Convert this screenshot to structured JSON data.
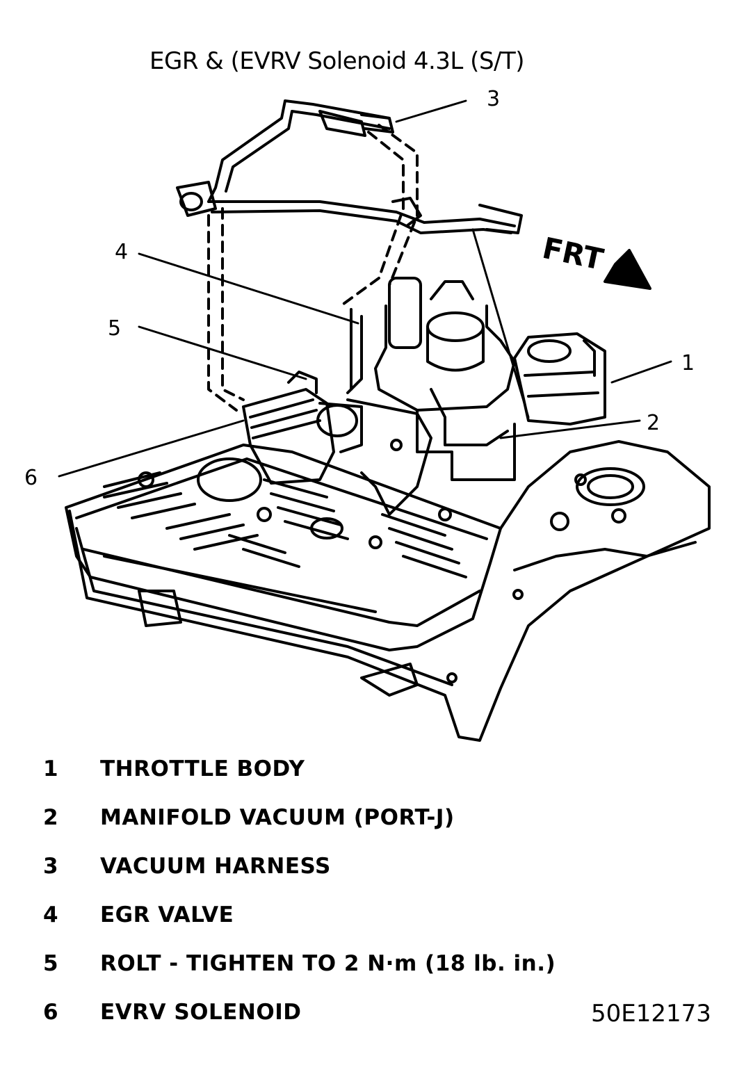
{
  "title": "EGR & (EVRV Solenoid 4.3L (S/T)",
  "orientation_label": "FRT",
  "figure_id": "50E12173",
  "callouts": [
    {
      "number": "1",
      "label": "THROTTLE BODY"
    },
    {
      "number": "2",
      "label": "MANIFOLD VACUUM (PORT-J)"
    },
    {
      "number": "3",
      "label": "VACUUM HARNESS"
    },
    {
      "number": "4",
      "label": "EGR VALVE"
    },
    {
      "number": "5",
      "label": "ROLT - TIGHTEN TO 2 N·m (18 lb. in.)"
    },
    {
      "number": "6",
      "label": "EVRV SOLENOID"
    }
  ]
}
